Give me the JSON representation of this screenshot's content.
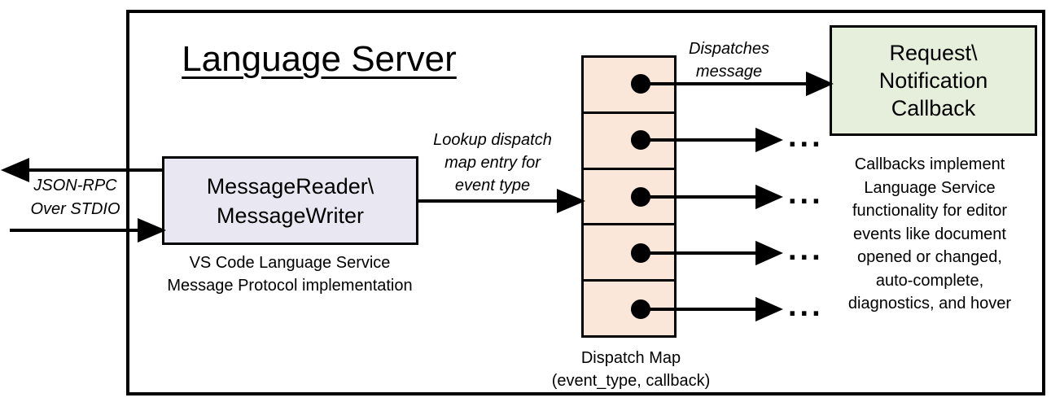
{
  "colors": {
    "line": "#000000",
    "background": "#FFFFFF",
    "reader_box_fill": "#E9E8F2",
    "dispatch_map_fill": "#FBE7DA",
    "callback_box_fill": "#E5EFDC",
    "text": "#000000"
  },
  "title": "Language Server",
  "stdio_label": {
    "line1": "JSON-RPC",
    "line2": "Over STDIO"
  },
  "reader_box": {
    "line1": "MessageReader\\",
    "line2": "MessageWriter"
  },
  "reader_caption": {
    "line1": "VS Code Language Service",
    "line2": "Message Protocol implementation"
  },
  "lookup_label": {
    "line1": "Lookup dispatch",
    "line2": "map entry for",
    "line3": "event type"
  },
  "dispatches_label": {
    "line1": "Dispatches",
    "line2": "message"
  },
  "dispatch_map": {
    "caption_line1": "Dispatch Map",
    "caption_line2": "(event_type, callback)"
  },
  "callback_box": {
    "line1": "Request\\",
    "line2": "Notification",
    "line3": "Callback"
  },
  "callbacks_note": {
    "lines": [
      "Callbacks implement",
      "Language Service",
      "functionality for editor",
      "events like document",
      "opened or changed,",
      "auto-complete,",
      "diagnostics, and hover"
    ]
  },
  "ellipsis": "..."
}
